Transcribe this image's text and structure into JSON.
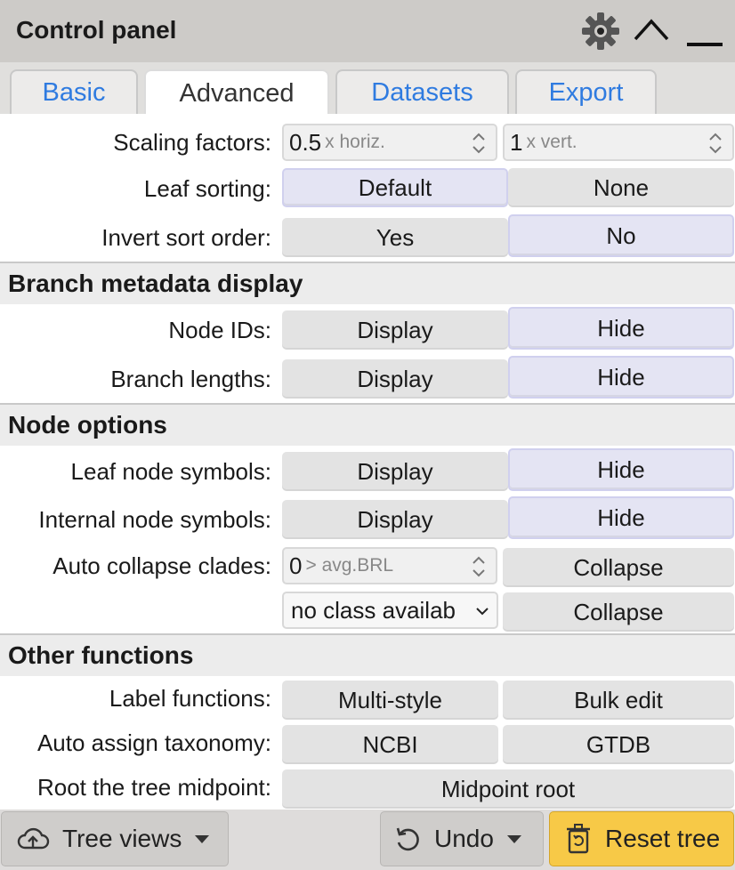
{
  "header": {
    "title": "Control panel",
    "icons": [
      "gear-icon",
      "collapse-chevron-icon",
      "minimize-icon"
    ]
  },
  "tabs": [
    {
      "label": "Basic",
      "active": false
    },
    {
      "label": "Advanced",
      "active": true
    },
    {
      "label": "Datasets",
      "active": false
    },
    {
      "label": "Export",
      "active": false
    }
  ],
  "scaling": {
    "label": "Scaling factors:",
    "horiz_value": "0.5",
    "horiz_unit": "x horiz.",
    "vert_value": "1",
    "vert_unit": "x vert."
  },
  "leaf_sorting": {
    "label": "Leaf sorting:",
    "options": [
      "Default",
      "None"
    ],
    "selected": "Default"
  },
  "invert_sort": {
    "label": "Invert sort order:",
    "options": [
      "Yes",
      "No"
    ],
    "selected": "No"
  },
  "branch_section": {
    "title": "Branch metadata display"
  },
  "node_ids": {
    "label": "Node IDs:",
    "options": [
      "Display",
      "Hide"
    ],
    "selected": "Hide"
  },
  "branch_lengths": {
    "label": "Branch lengths:",
    "options": [
      "Display",
      "Hide"
    ],
    "selected": "Hide"
  },
  "node_section": {
    "title": "Node options"
  },
  "leaf_symbols": {
    "label": "Leaf node symbols:",
    "options": [
      "Display",
      "Hide"
    ],
    "selected": "Hide"
  },
  "internal_symbols": {
    "label": "Internal node symbols:",
    "options": [
      "Display",
      "Hide"
    ],
    "selected": "Hide"
  },
  "auto_collapse": {
    "label": "Auto collapse clades:",
    "value": "0",
    "unit": "> avg.BRL",
    "collapse_label": "Collapse",
    "class_select": "no class availab",
    "collapse_label_2": "Collapse"
  },
  "other_section": {
    "title": "Other functions"
  },
  "label_functions": {
    "label": "Label functions:",
    "buttons": [
      "Multi-style",
      "Bulk edit"
    ]
  },
  "auto_taxonomy": {
    "label": "Auto assign taxonomy:",
    "buttons": [
      "NCBI",
      "GTDB"
    ]
  },
  "midpoint": {
    "label": "Root the tree midpoint:",
    "button": "Midpoint root"
  },
  "footer": {
    "tree_views": "Tree views",
    "undo": "Undo",
    "reset": "Reset tree",
    "colors": {
      "reset_bg": "#f7c947"
    }
  }
}
